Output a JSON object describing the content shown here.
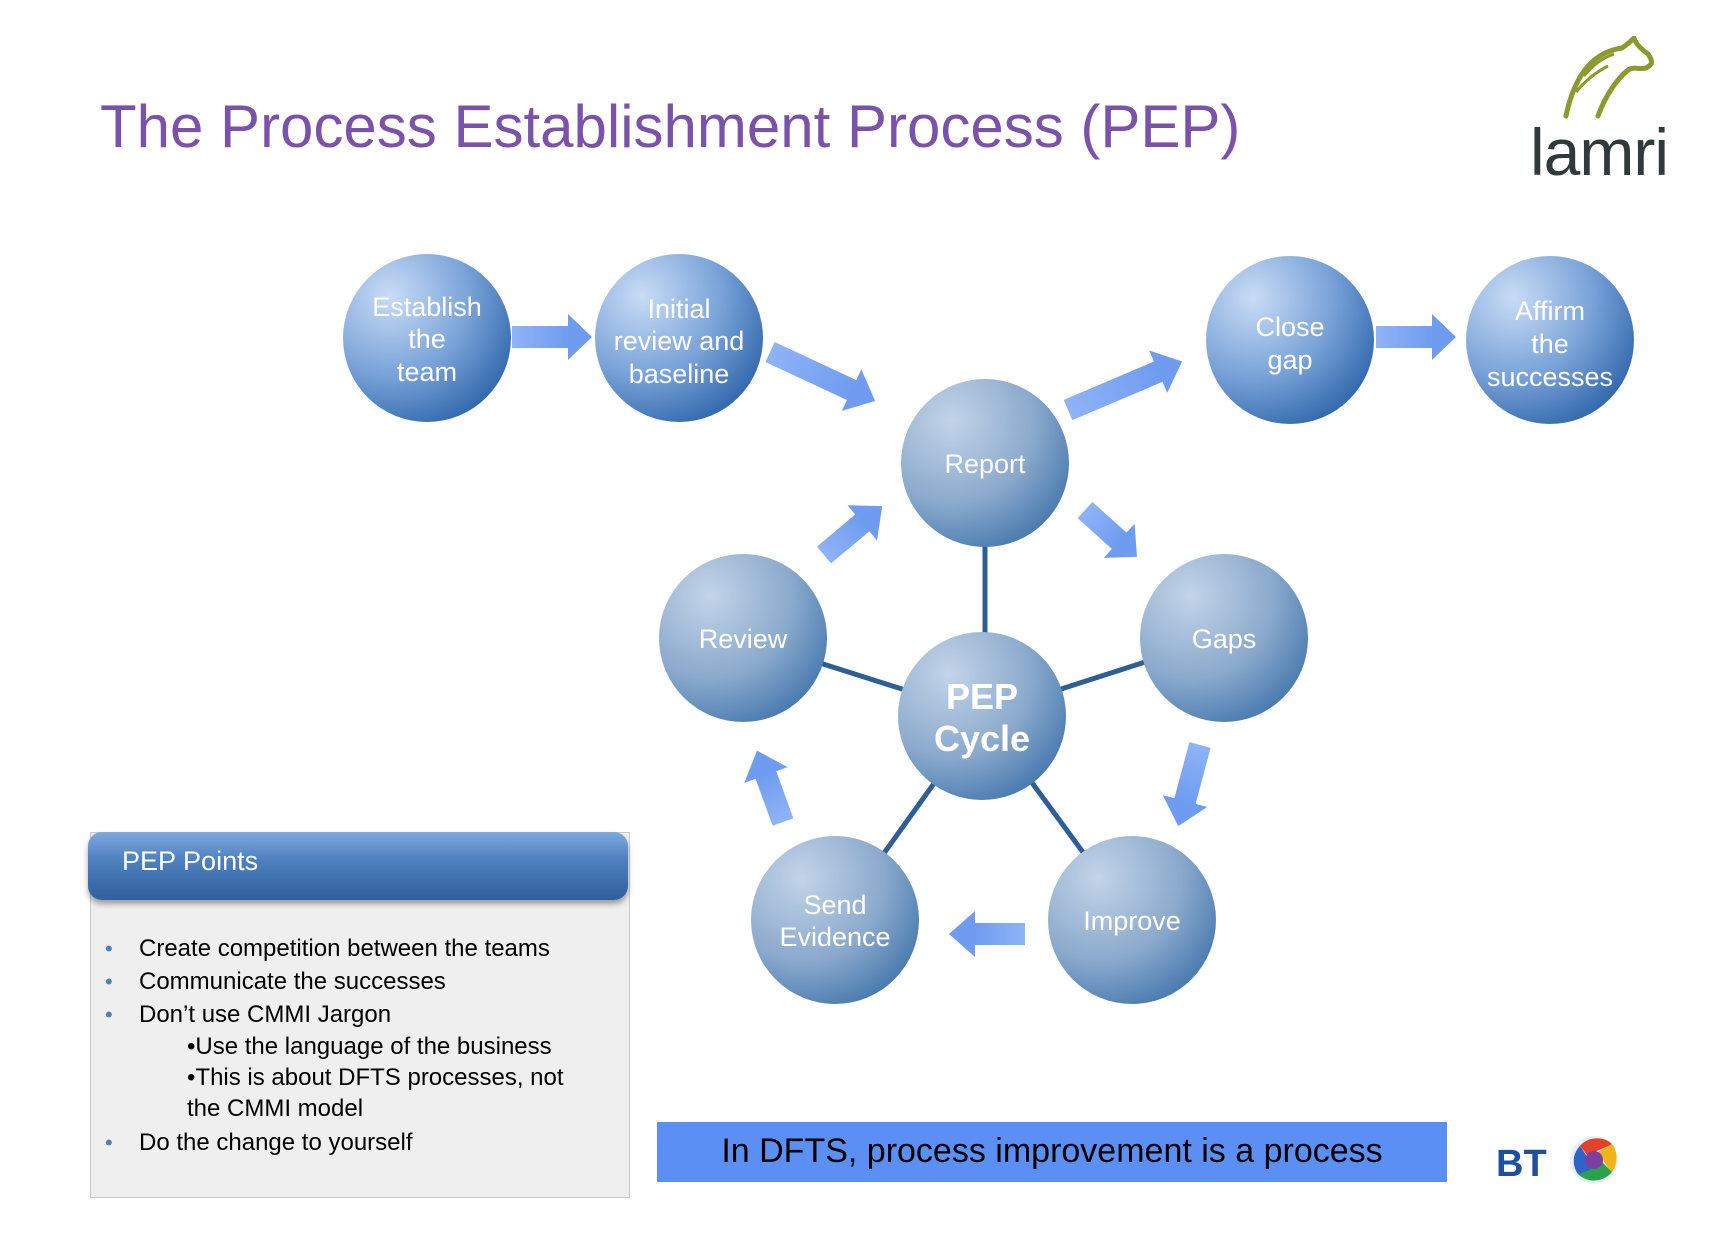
{
  "title": "The Process Establishment Process (PEP)",
  "logos": {
    "top_right": "lamri",
    "bottom_right": "BT"
  },
  "colors": {
    "title": "#7b52ab",
    "node_light": "#b8d0f0",
    "node_dark": "#3a6eb0",
    "arrow": "#7ea6f5",
    "banner": "#5b8ff4"
  },
  "nodes": {
    "establish": [
      "Establish",
      "the",
      "team"
    ],
    "initial": [
      "Initial",
      "review and",
      "baseline"
    ],
    "close_gap": [
      "Close",
      "gap"
    ],
    "affirm": [
      "Affirm",
      "the",
      "successes"
    ],
    "report": [
      "Report"
    ],
    "gaps": [
      "Gaps"
    ],
    "improve": [
      "Improve"
    ],
    "send_evidence": [
      "Send",
      "Evidence"
    ],
    "review": [
      "Review"
    ],
    "center": [
      "PEP",
      "Cycle"
    ]
  },
  "panel": {
    "header": "PEP Points",
    "points": [
      "Create competition between the teams",
      "Communicate the successes",
      "Don’t use CMMI Jargon"
    ],
    "subpoints": [
      "•Use the language of the business",
      "•This is about DFTS processes, not",
      "the CMMI model"
    ],
    "last_point": "Do the change to yourself",
    "bullet": "•"
  },
  "banner": "In DFTS, process improvement is a process"
}
